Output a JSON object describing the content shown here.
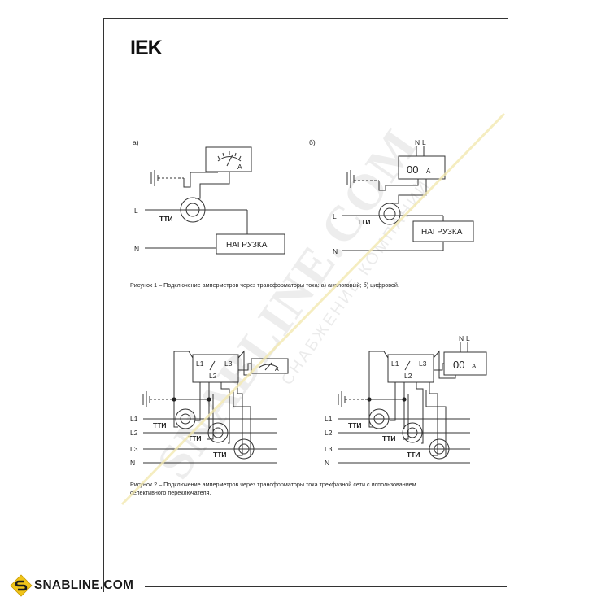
{
  "brand": {
    "logo_text": "IEK"
  },
  "fig1": {
    "label_a": "а)",
    "label_b": "б)",
    "L": "L",
    "N": "N",
    "tti": "ТТИ",
    "load": "НАГРУЗКА",
    "ammeter_unit": "A",
    "digital_value": "00",
    "digital_unit": "A",
    "supply_n": "N",
    "supply_l": "L",
    "caption": "Рисунок 1 – Подключение амперметров через трансформаторы тока: а) аналоговый; б) цифровой."
  },
  "fig2": {
    "L1": "L1",
    "L2": "L2",
    "L3": "L3",
    "N": "N",
    "tti": "ТТИ",
    "sw_l1": "L1",
    "sw_l2": "L2",
    "sw_l3": "L3",
    "ammeter_unit": "A",
    "digital_value": "00",
    "digital_unit": "A",
    "supply_n": "N",
    "supply_l": "L",
    "caption_line1": "Рисунок 2 – Подключение амперметров через трансформаторы тока трехфазной сети с использованием",
    "caption_line2": "селективного переключателя."
  },
  "watermark": {
    "main": "SNABLINE.COM",
    "sub": "СНАБЖЕНИЕ КОМПАНИЙ"
  },
  "footer": {
    "text": "SNABLINE.COM"
  }
}
